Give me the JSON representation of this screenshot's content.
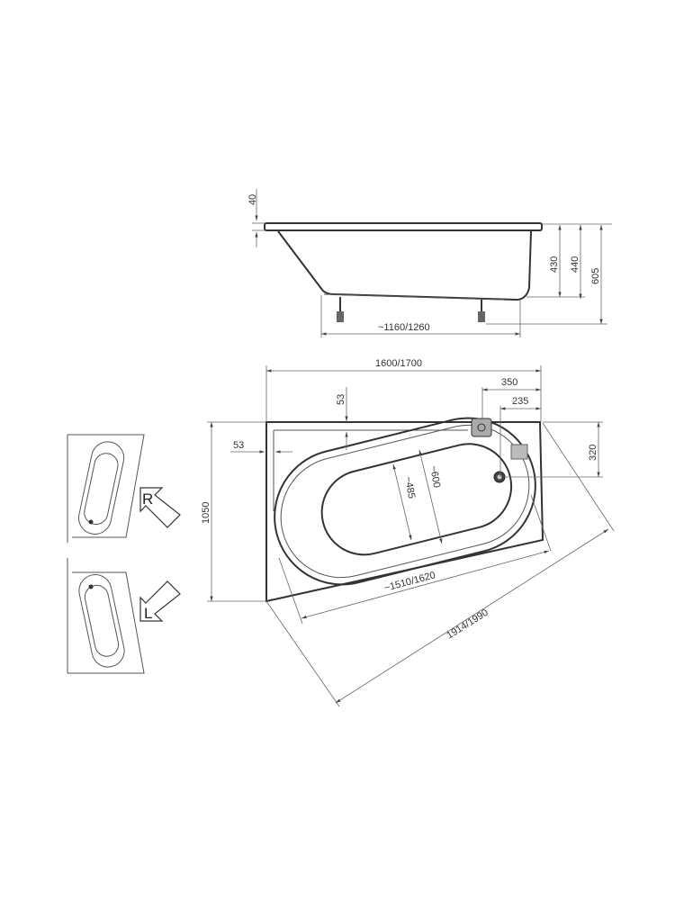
{
  "side_view": {
    "rim_height": "40",
    "height_430": "430",
    "height_440": "440",
    "height_605": "605",
    "leg_span": "~1160/1260"
  },
  "top_view": {
    "width": "1600/1700",
    "overflow_offset": "350",
    "drain_offset_x": "235",
    "rim_top": "53",
    "rim_left": "53",
    "depth": "1050",
    "drain_offset_y": "320",
    "basin_width": "~485",
    "inner_width": "~600",
    "inner_length": "~1510/1620",
    "diagonal": "1914/1990"
  },
  "variants": {
    "right_label": "R",
    "left_label": "L"
  }
}
